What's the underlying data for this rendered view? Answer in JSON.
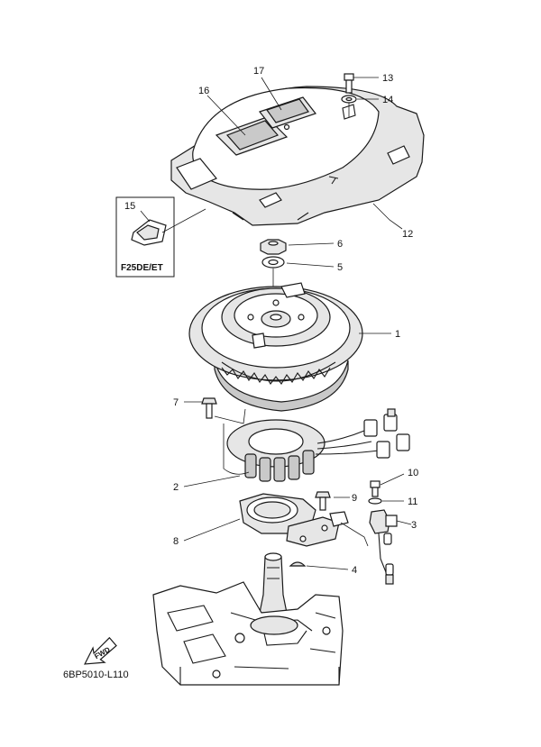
{
  "diagram": {
    "code": "6BP5010-L110",
    "inset_label": "F25DE/ET",
    "direction_label": "FWD",
    "callouts": [
      {
        "id": "c1",
        "label": "1"
      },
      {
        "id": "c2",
        "label": "2"
      },
      {
        "id": "c3",
        "label": "3"
      },
      {
        "id": "c4",
        "label": "4"
      },
      {
        "id": "c5",
        "label": "5"
      },
      {
        "id": "c6",
        "label": "6"
      },
      {
        "id": "c7",
        "label": "7"
      },
      {
        "id": "c8",
        "label": "8"
      },
      {
        "id": "c9",
        "label": "9"
      },
      {
        "id": "c10",
        "label": "10"
      },
      {
        "id": "c11",
        "label": "11"
      },
      {
        "id": "c12",
        "label": "12"
      },
      {
        "id": "c13",
        "label": "13"
      },
      {
        "id": "c14",
        "label": "14"
      },
      {
        "id": "c15",
        "label": "15"
      },
      {
        "id": "c16",
        "label": "16"
      },
      {
        "id": "c17",
        "label": "17"
      }
    ]
  }
}
